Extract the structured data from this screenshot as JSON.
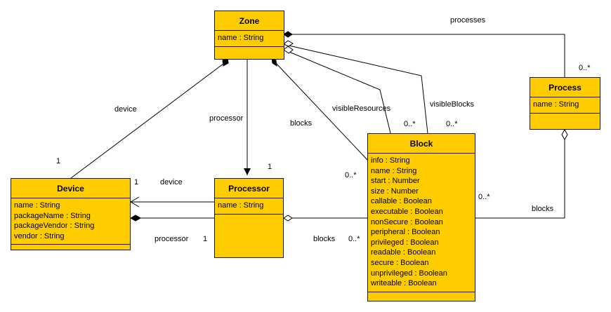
{
  "classes": {
    "zone": {
      "name": "Zone",
      "attributes": [
        "name : String"
      ]
    },
    "process": {
      "name": "Process",
      "attributes": [
        "name : String"
      ]
    },
    "device": {
      "name": "Device",
      "attributes": [
        "name : String",
        "packageName : String",
        "packageVendor : String",
        "vendor : String"
      ]
    },
    "processor": {
      "name": "Processor",
      "attributes": [
        "name : String"
      ]
    },
    "block": {
      "name": "Block",
      "attributes": [
        "info : String",
        "name : String",
        "start : Number",
        "size : Number",
        "callable : Boolean",
        "executable : Boolean",
        "nonSecure : Boolean",
        "peripheral : Boolean",
        "privileged : Boolean",
        "readable : Boolean",
        "secure : Boolean",
        "unprivileged : Boolean",
        "writeable : Boolean"
      ]
    }
  },
  "labels": {
    "zone_process": "processes",
    "zone_process_mult": "0..*",
    "zone_device": "device",
    "zone_device_mult": "1",
    "zone_processor": "processor",
    "zone_processor_mult": "1",
    "zone_blocks": "blocks",
    "zone_blocks_mult": "0..*",
    "visible_resources": "visibleResources",
    "visible_resources_mult": "0..*",
    "visible_blocks": "visibleBlocks",
    "visible_blocks_mult": "0..*",
    "processor_device": "device",
    "processor_device_mult": "1",
    "device_processor": "processor",
    "device_processor_mult": "1",
    "processor_blocks": "blocks",
    "processor_blocks_mult": "0..*",
    "process_blocks": "blocks",
    "process_blocks_mult": "0..*"
  }
}
